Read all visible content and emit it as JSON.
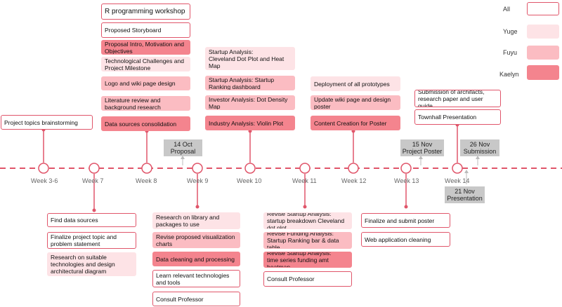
{
  "legend": {
    "all": "All",
    "yuge": "Yuge",
    "fuyu": "Fuyu",
    "kaelyn": "Kaelyn"
  },
  "colors": {
    "line": "#e0556a",
    "all_border": "#e0556a",
    "yuge": "#fde3e6",
    "fuyu": "#fbbcc2",
    "kaelyn": "#f4848e",
    "milestone": "#c8c8c8"
  },
  "weeks": [
    "Week 3-6",
    "Week 7",
    "Week 8",
    "Week 9",
    "Week 10",
    "Week 11",
    "Week 12",
    "Week 13",
    "Week 14"
  ],
  "milestones": {
    "oct14": "14 Oct\nProposal",
    "nov15": "15 Nov\nProject Poster",
    "nov26": "26 Nov\nSubmission",
    "nov21": "21 Nov\nPresentation"
  },
  "tasks": {
    "brainstorm": "Project topics brainstorming",
    "r_workshop": "R programming workshop",
    "storyboard": "Proposed Storyboard",
    "proposal_intro": "Proposal Intro, Motivation and Objectives",
    "tech_challenges": "Technological Challenges and Project Milestone",
    "logo_wiki": "Logo and wiki page design",
    "lit_review": "Literature review and background research",
    "data_sources_consol": "Data sources consolidation",
    "find_data": "Find data sources",
    "finalize_topic": "Finalize project topic and problem statement",
    "research_tech": "Research on suitable technologies and design architectural diagram",
    "research_library": "Research on library and packages to use",
    "revise_viz": "Revise proposed visualization charts",
    "data_cleaning": "Data cleaning and processing",
    "learn_tech": "Learn relevant technologies and tools",
    "consult_prof_1": "Consult Professor",
    "startup_cleveland": "Startup Analysis:\nCleveland Dot Plot and Heat Map",
    "startup_ranking": "Startup Analysis: Startup Ranking dashboard",
    "investor_density": "Investor Analysis: Dot Density Map",
    "industry_violin": "Industry Analysis: Violin Plot",
    "revise_startup": "Revise Startup Analysis: startup breakdown Cleveland dot plot",
    "revise_funding": "Revise Funding Analysis:\nStartup Ranking bar & data table",
    "revise_startup_ts": "Revise Startup Analysis:\ntime series funding amt heatmap",
    "consult_prof_2": "Consult Professor",
    "deployment": "Deployment of all prototypes",
    "update_wiki": "Update wiki page and design poster",
    "content_poster": "Content Creation for Poster",
    "finalize_poster": "Finalize and submit poster",
    "web_cleaning": "Web application cleaning",
    "submission_artifacts": "Submission of archifacts, research paper and user guide",
    "townhall": "Townhall Presentation"
  }
}
